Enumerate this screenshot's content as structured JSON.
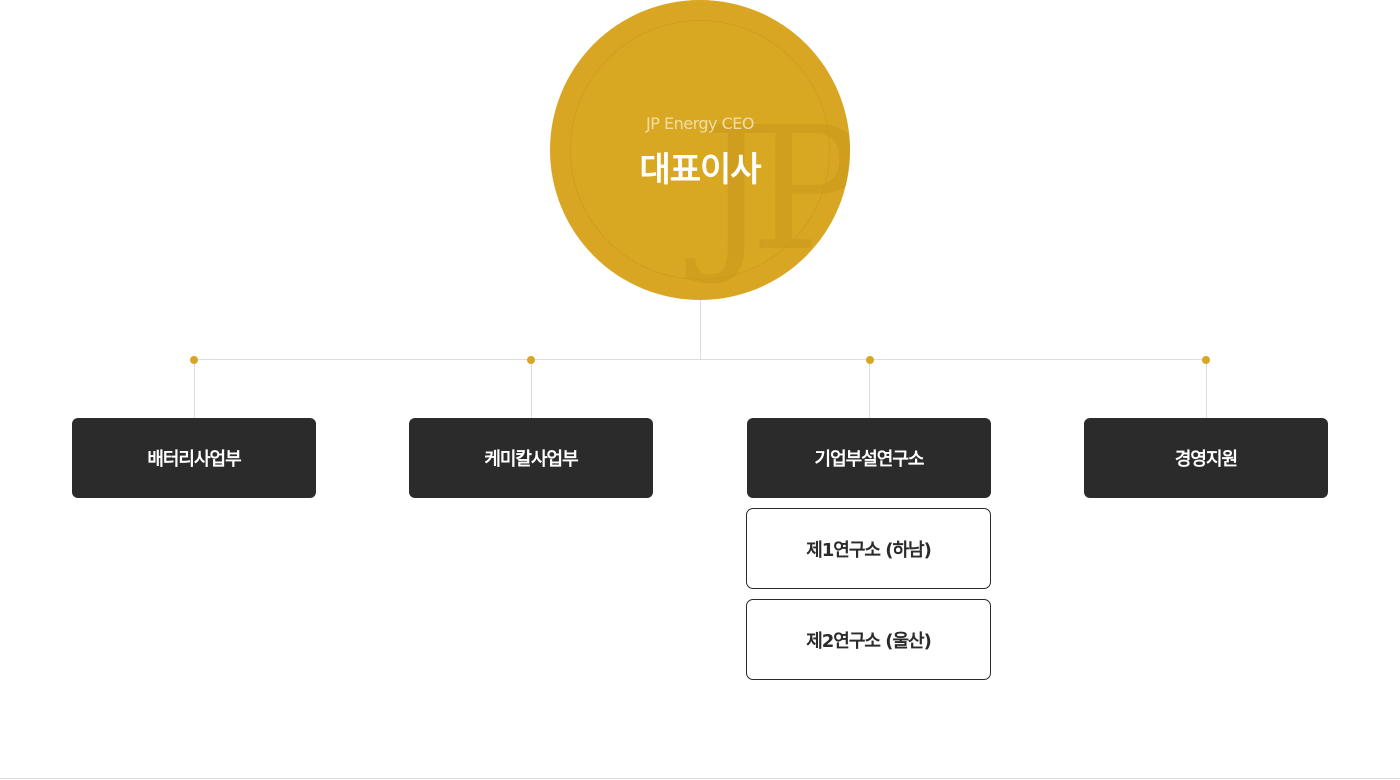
{
  "ceo": {
    "subtitle": "JP Energy CEO",
    "title": "대표이사",
    "watermark": "JP"
  },
  "departments": [
    {
      "label": "배터리사업부"
    },
    {
      "label": "케미칼사업부"
    },
    {
      "label": "기업부설연구소"
    },
    {
      "label": "경영지원"
    }
  ],
  "research_labs": [
    {
      "label": "제1연구소 (하남)"
    },
    {
      "label": "제2연구소 (울산)"
    }
  ],
  "colors": {
    "accent": "#d8a622",
    "dark_box": "#2b2b2b",
    "connector": "#dddddd"
  }
}
